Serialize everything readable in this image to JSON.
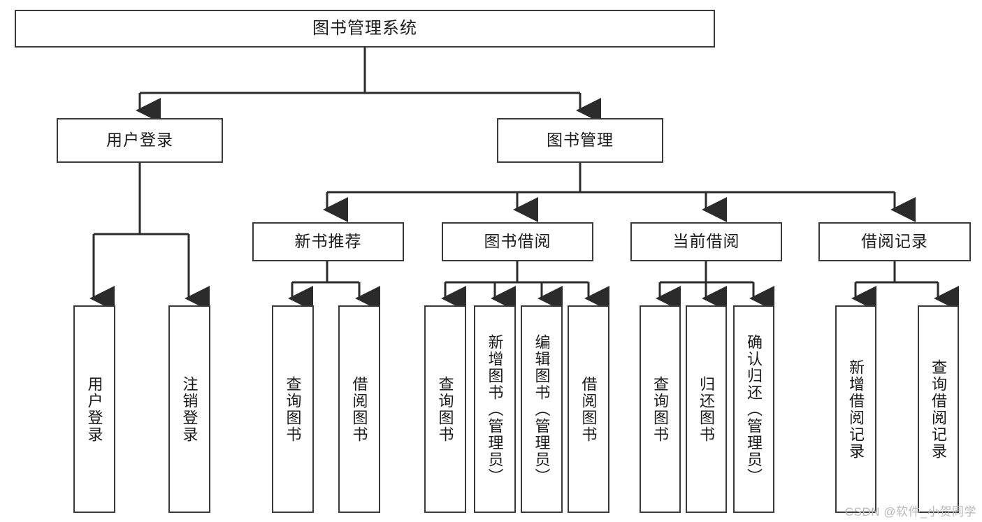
{
  "diagram": {
    "title": "图书管理系统",
    "watermark": "CSDN @软件_小贺同学",
    "colors": {
      "box_border": "#3a3a3a",
      "connector": "#2b2b2b",
      "background": "#ffffff",
      "text": "#1b1b1b",
      "watermark": "#b9b9b9"
    },
    "levels": {
      "level0": [
        {
          "id": "root",
          "label": "图书管理系统"
        }
      ],
      "level1": [
        {
          "id": "user-login",
          "label": "用户登录"
        },
        {
          "id": "book-manage",
          "label": "图书管理"
        }
      ],
      "level2": [
        {
          "id": "new-book-recommend",
          "label": "新书推荐"
        },
        {
          "id": "book-borrow",
          "label": "图书借阅"
        },
        {
          "id": "current-borrow",
          "label": "当前借阅"
        },
        {
          "id": "borrow-record",
          "label": "借阅记录"
        }
      ],
      "level3": [
        {
          "id": "leaf-user-login",
          "label": "用户登录",
          "parent": "user-login"
        },
        {
          "id": "leaf-logout-login",
          "label": "注销登录",
          "parent": "user-login"
        },
        {
          "id": "leaf-query-book-1",
          "label": "查询图书",
          "parent": "new-book-recommend"
        },
        {
          "id": "leaf-borrow-book-1",
          "label": "借阅图书",
          "parent": "new-book-recommend"
        },
        {
          "id": "leaf-query-book-2",
          "label": "查询图书",
          "parent": "book-borrow"
        },
        {
          "id": "leaf-add-book",
          "label": "新增图书（管理员）",
          "parent": "book-borrow"
        },
        {
          "id": "leaf-edit-book",
          "label": "编辑图书（管理员）",
          "parent": "book-borrow"
        },
        {
          "id": "leaf-borrow-book-2",
          "label": "借阅图书",
          "parent": "book-borrow"
        },
        {
          "id": "leaf-query-book-3",
          "label": "查询图书",
          "parent": "current-borrow"
        },
        {
          "id": "leaf-return-book",
          "label": "归还图书",
          "parent": "current-borrow"
        },
        {
          "id": "leaf-confirm-return",
          "label": "确认归还（管理员）",
          "parent": "current-borrow"
        },
        {
          "id": "leaf-add-record",
          "label": "新增借阅记录",
          "parent": "borrow-record"
        },
        {
          "id": "leaf-query-record",
          "label": "查询借阅记录",
          "parent": "borrow-record"
        }
      ]
    }
  }
}
